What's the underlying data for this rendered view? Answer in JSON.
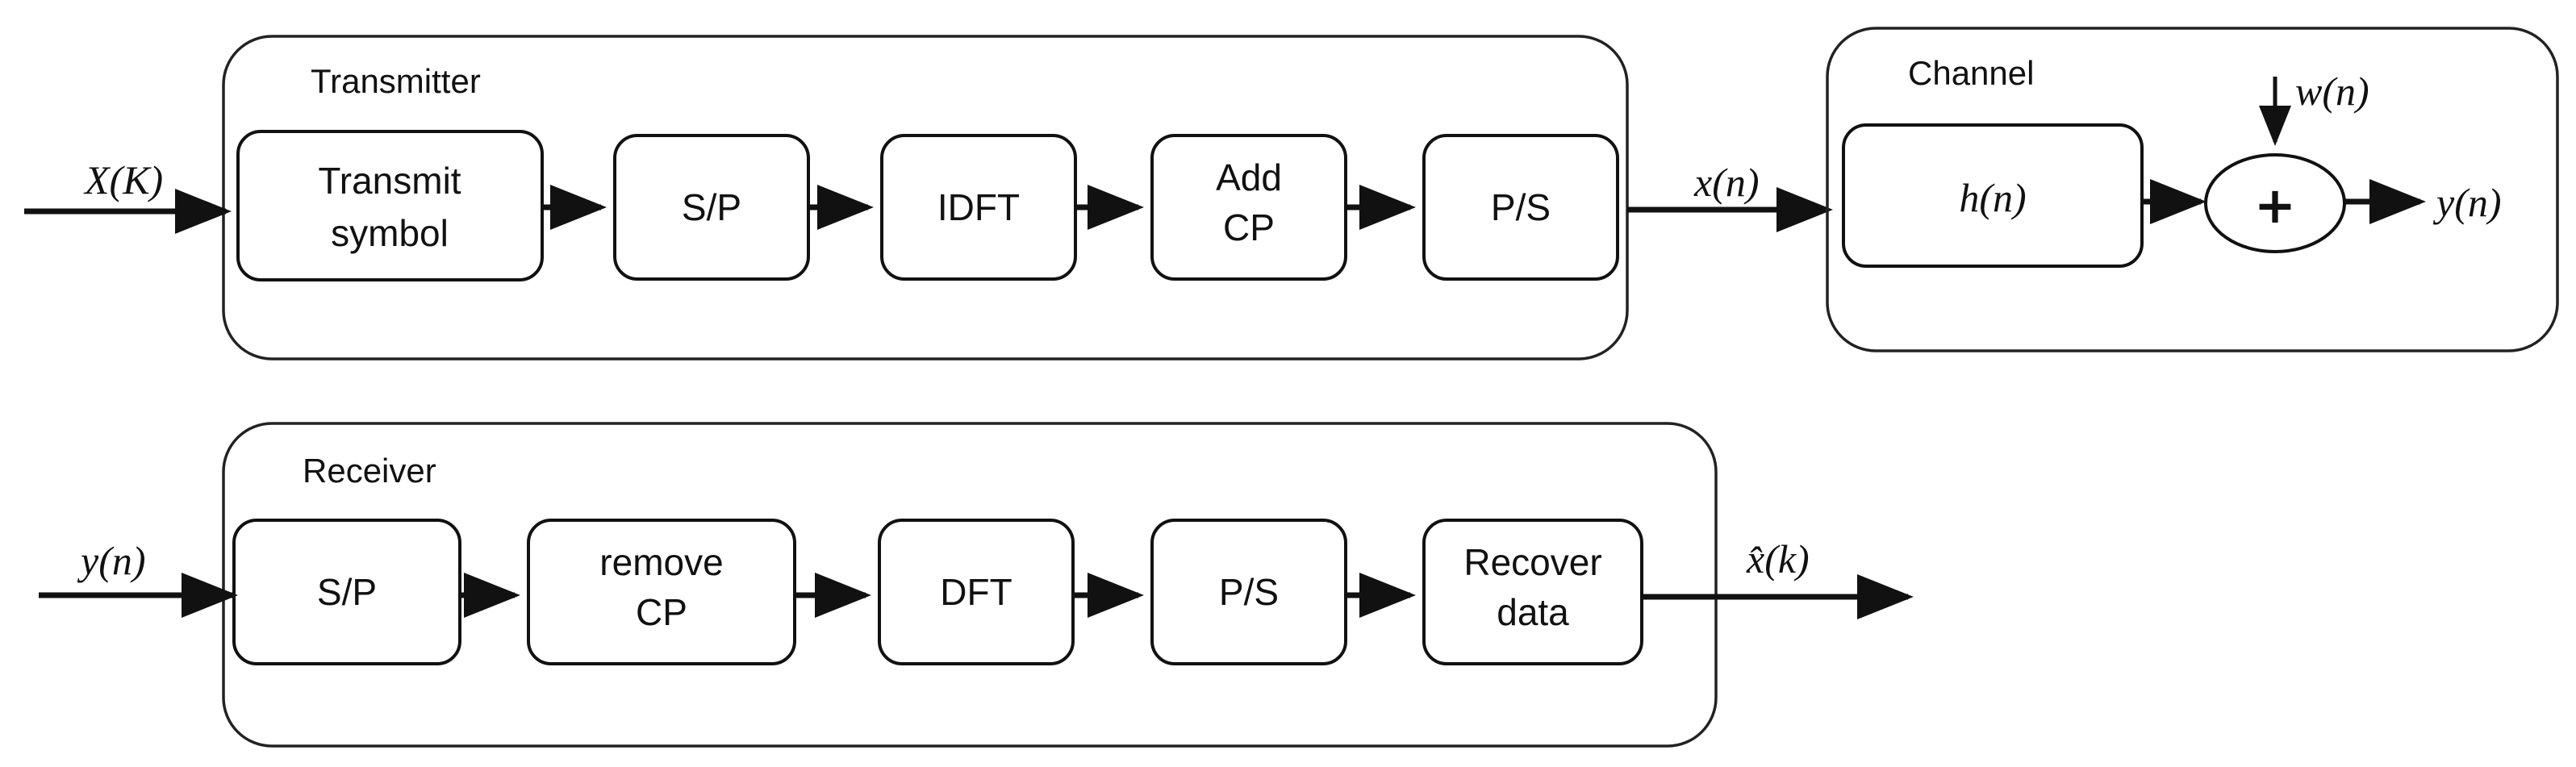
{
  "transmitter": {
    "label": "Transmitter",
    "blocks": [
      [
        "Transmit",
        "symbol"
      ],
      [
        "S/P"
      ],
      [
        "IDFT"
      ],
      [
        "Add",
        "CP"
      ],
      [
        "P/S"
      ]
    ]
  },
  "channel": {
    "label": "Channel",
    "filter": "h(n)",
    "adder": "+"
  },
  "receiver": {
    "label": "Receiver",
    "blocks": [
      [
        "S/P"
      ],
      [
        "remove",
        "CP"
      ],
      [
        "DFT"
      ],
      [
        "P/S"
      ],
      [
        "Recover",
        "data"
      ]
    ]
  },
  "signals": {
    "tx_input": "X(K)",
    "tx_output": "x(n)",
    "noise": "w(n)",
    "channel_output": "y(n)",
    "rx_input": "y(n)",
    "rx_output": "x̂(k)"
  }
}
